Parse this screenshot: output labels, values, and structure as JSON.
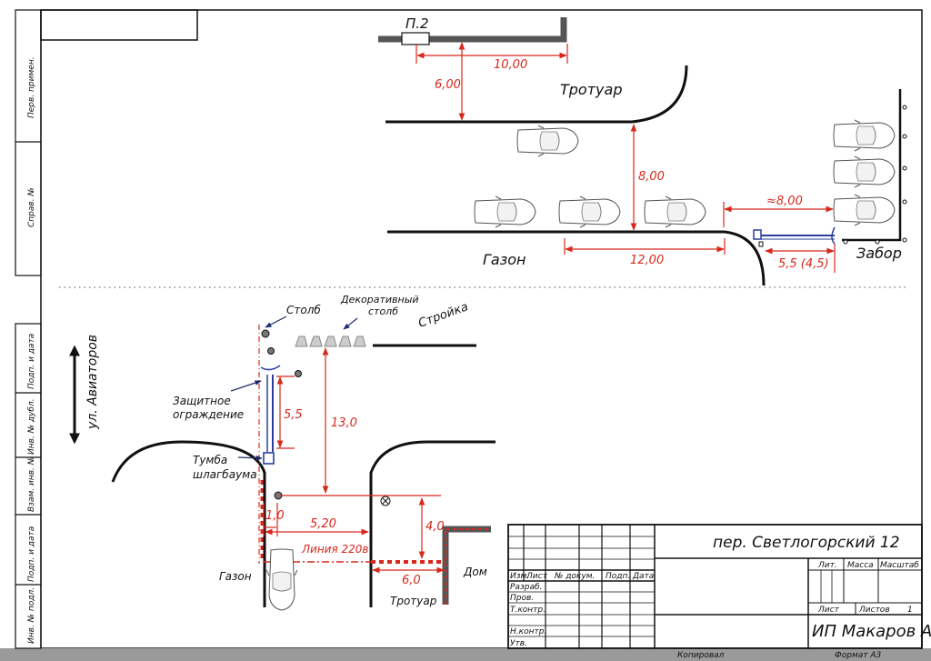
{
  "title_block": {
    "address": "пер. Светлогорский 12",
    "author": "ИП Макаров А.А.",
    "rev_headers": [
      "Изм.",
      "Лист",
      "№ докум.",
      "Подп.",
      "Дата"
    ],
    "roles": [
      "Разраб.",
      "Пров.",
      "Т.контр.",
      "Н.контр.",
      "Утв."
    ],
    "lit_label": "Лит.",
    "mass_label": "Масса",
    "scale_label": "Масштаб",
    "sheet_label": "Лист",
    "sheets_label": "Листов",
    "sheets_value": "1",
    "copied_label": "Копировал",
    "format_label": "Формат А3"
  },
  "side_stamp": {
    "top": [
      "Перв. примен.",
      "Справ. №"
    ],
    "bottom": [
      "Подп. и дата",
      "Инв. № дубл.",
      "Взам. инв. №",
      "Подп. и дата",
      "Инв. № подл."
    ]
  },
  "top_plan": {
    "labels": {
      "pole": "П.2",
      "sidewalk": "Тротуар",
      "lawn": "Газон",
      "fence": "Забор"
    },
    "dimensions": {
      "d_10": "10,00",
      "d_6": "6,00",
      "d_8": "8,00",
      "d_approx8": "≈8,00",
      "d_12": "12,00",
      "d_55": "5,5 (4,5)"
    }
  },
  "bottom_plan": {
    "labels": {
      "street": "ул. Авиаторов",
      "pillar": "Столб",
      "deco_pillar_1": "Декоративный",
      "deco_pillar_2": "столб",
      "construction": "Стройка",
      "guard_1": "Защитное",
      "guard_2": "ограждение",
      "cabinet_1": "Тумба",
      "cabinet_2": "шлагбаума",
      "lawn": "Газон",
      "sidewalk": "Тротуар",
      "house": "Дом",
      "power_line": "Линия 220в"
    },
    "dimensions": {
      "d_55": "5,5",
      "d_13": "13,0",
      "d_10": "1,0",
      "d_52": "5,20",
      "d_4": "4,0",
      "d_6": "6,0"
    }
  },
  "colors": {
    "line": "#111111",
    "dimension": "#d8281c",
    "annotation": "#1b2a6b",
    "barrier": "#2b3f9e"
  }
}
